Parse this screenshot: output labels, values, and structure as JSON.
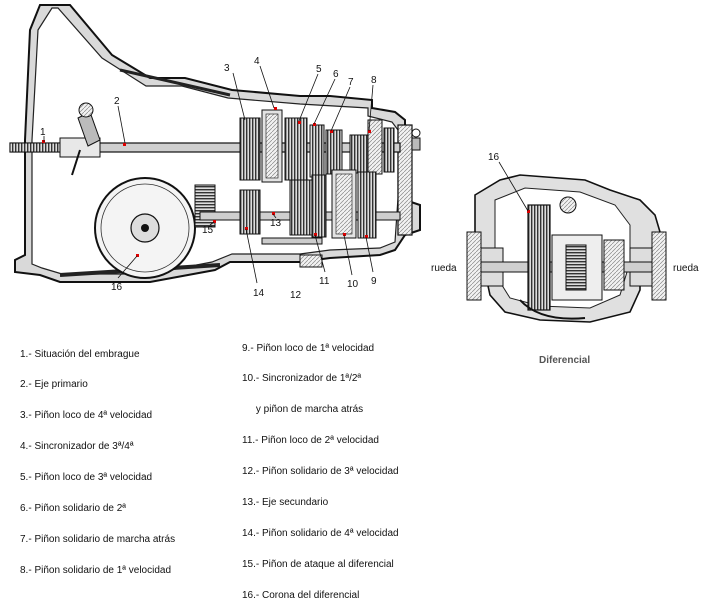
{
  "callouts": [
    "1",
    "2",
    "3",
    "4",
    "5",
    "6",
    "7",
    "8",
    "9",
    "10",
    "11",
    "12",
    "13",
    "14",
    "15",
    "16"
  ],
  "differential": {
    "callout": "16",
    "left_label": "rueda",
    "right_label": "rueda",
    "caption": "Diferencial"
  },
  "legend": {
    "left": [
      "1.- Situación del embrague",
      "2.- Eje primario",
      "3.- Piñon loco de 4ª velocidad",
      "4.- Sincronizador de 3ª/4ª",
      "5.- Piñon loco de 3ª velocidad",
      "6.- Piñon solidario de 2ª",
      "7.- Piñon solidario de marcha atrás",
      "8.- Piñon solidario de 1ª velocidad"
    ],
    "right": [
      "9.- Piñon loco de 1ª velocidad",
      "10.- Sincronizador de 1ª/2ª",
      "     y piñon de marcha atrás",
      "11.- Piñon loco de 2ª velocidad",
      "12.- Piñon solidario de 3ª velocidad",
      "13.- Eje secundario",
      "14.- Piñon solidario de 4ª velocidad",
      "15.- Piñon de ataque al diferencial",
      "16.- Corona del diferencial"
    ]
  }
}
